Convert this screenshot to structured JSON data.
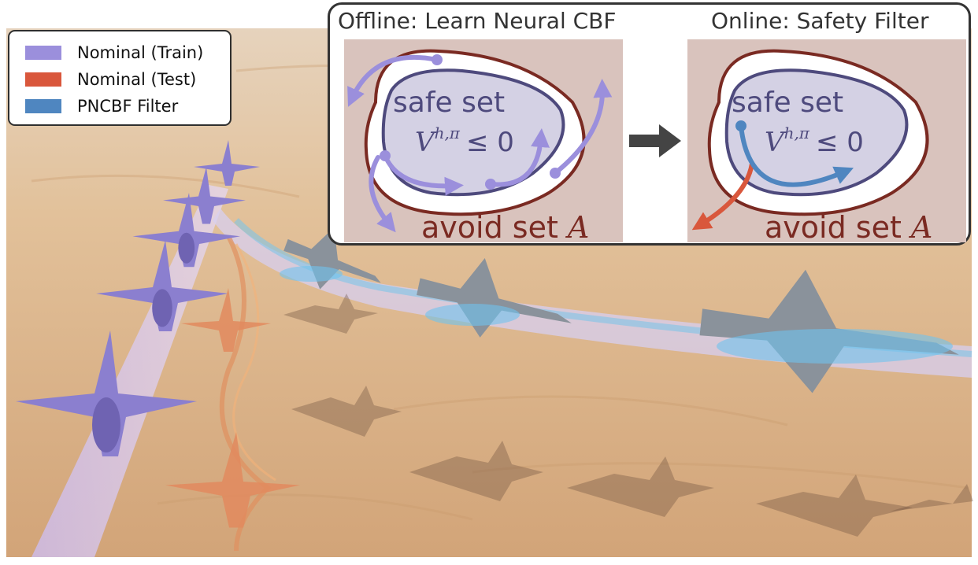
{
  "legend": {
    "items": [
      {
        "label": "Nominal (Train)",
        "color": "#9b8fdc"
      },
      {
        "label": "Nominal (Test)",
        "color": "#d9573c"
      },
      {
        "label": "PNCBF Filter",
        "color": "#4f86c0"
      }
    ]
  },
  "offline_panel": {
    "title": "Offline: Learn Neural CBF",
    "safe_set_label": "safe set",
    "condition_var": "V",
    "condition_sup": "h,π",
    "condition_rel": "≤ 0",
    "avoid_label": "avoid set",
    "avoid_symbol": "A"
  },
  "online_panel": {
    "title": "Online: Safety Filter",
    "safe_set_label": "safe set",
    "condition_var": "V",
    "condition_sup": "h,π",
    "condition_rel": "≤ 0",
    "avoid_label": "avoid set",
    "avoid_symbol": "A"
  },
  "colors": {
    "sand": "#d9b48c",
    "panel_bg": "#d9c3bd",
    "safe_fill": "#d4d1e4",
    "boundary": "#7a2a22",
    "safe_edge": "#4e4a7d",
    "train": "#9b8fdc",
    "test": "#d9573c",
    "filter": "#4f86c0",
    "arrow": "#444444"
  }
}
